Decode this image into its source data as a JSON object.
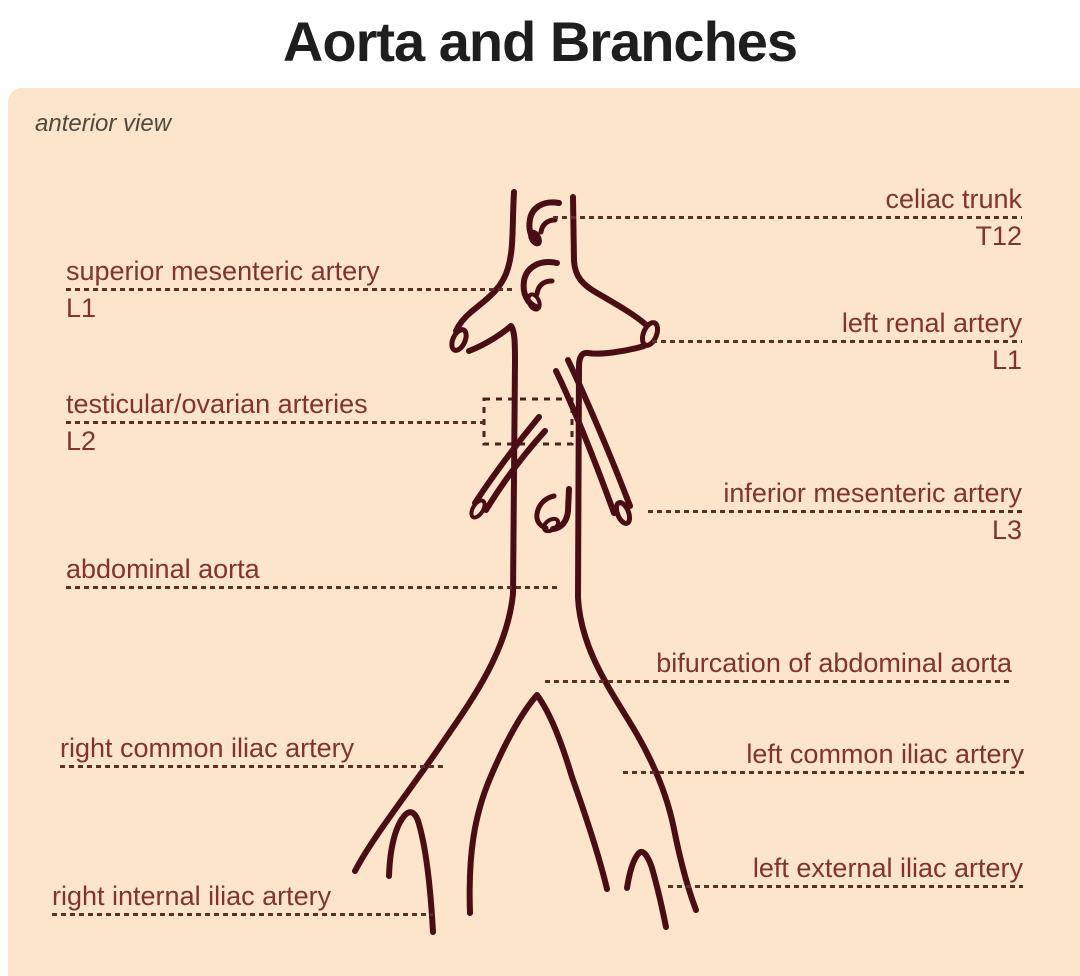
{
  "title": "Aorta and Branches",
  "view_label": "anterior view",
  "colors": {
    "panel_background": "#fce5ca",
    "artery_stroke": "#4a0d16",
    "label_text": "#823230",
    "leader_dots": "#5d2f28",
    "title_text": "#1e1e1e"
  },
  "labels": {
    "celiac_trunk": {
      "text": "celiac trunk",
      "level": "T12"
    },
    "superior_mesenteric": {
      "text": "superior mesenteric artery",
      "level": "L1"
    },
    "left_renal": {
      "text": "left renal artery",
      "level": "L1"
    },
    "testicular_ovarian": {
      "text": "testicular/ovarian arteries",
      "level": "L2"
    },
    "inferior_mesenteric": {
      "text": "inferior mesenteric artery",
      "level": "L3"
    },
    "abdominal_aorta": {
      "text": "abdominal aorta"
    },
    "bifurcation": {
      "text": "bifurcation of abdominal aorta"
    },
    "right_common_iliac": {
      "text": "right common iliac artery"
    },
    "left_common_iliac": {
      "text": "left common iliac artery"
    },
    "left_external_iliac": {
      "text": "left external iliac artery"
    },
    "right_internal_iliac": {
      "text": "right internal iliac artery"
    }
  }
}
